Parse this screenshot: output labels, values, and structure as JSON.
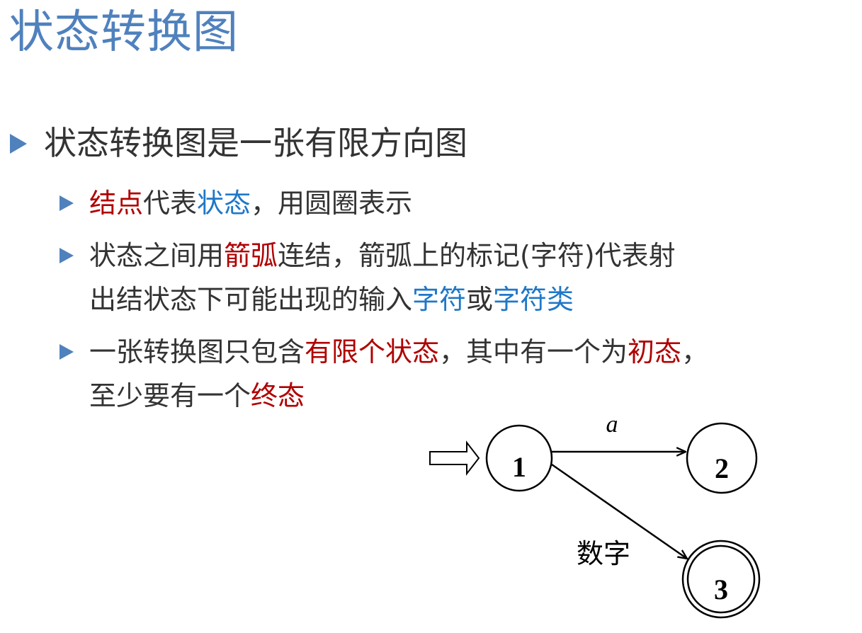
{
  "title": "状态转换图",
  "bullets": [
    {
      "level": 1,
      "segments": [
        {
          "text": "状态转换图是一张有限方向图",
          "color": "default"
        }
      ]
    },
    {
      "level": 2,
      "segments": [
        {
          "text": "结点",
          "color": "red"
        },
        {
          "text": "代表",
          "color": "default"
        },
        {
          "text": "状态",
          "color": "blue"
        },
        {
          "text": "，用圆圈表示",
          "color": "default"
        }
      ]
    },
    {
      "level": 2,
      "lines": [
        [
          {
            "text": "状态之间用",
            "color": "default"
          },
          {
            "text": "箭弧",
            "color": "red"
          },
          {
            "text": "连结，箭弧上的标记(字符)代表射",
            "color": "default"
          }
        ],
        [
          {
            "text": "出结状态下可能出现的输入",
            "color": "default"
          },
          {
            "text": "字符",
            "color": "blue"
          },
          {
            "text": "或",
            "color": "default"
          },
          {
            "text": "字符类",
            "color": "blue"
          }
        ]
      ]
    },
    {
      "level": 2,
      "lines": [
        [
          {
            "text": "一张转换图只包含",
            "color": "default"
          },
          {
            "text": "有限个状态",
            "color": "red"
          },
          {
            "text": "，其中有一个为",
            "color": "default"
          },
          {
            "text": "初态",
            "color": "red"
          },
          {
            "text": "，",
            "color": "default"
          }
        ],
        [
          {
            "text": "至少要有一个",
            "color": "default"
          },
          {
            "text": "终态",
            "color": "red"
          }
        ]
      ]
    }
  ],
  "diagram": {
    "states": [
      {
        "id": "1",
        "label": "1",
        "initial": true,
        "final": false
      },
      {
        "id": "2",
        "label": "2",
        "initial": false,
        "final": false
      },
      {
        "id": "3",
        "label": "3",
        "initial": false,
        "final": true
      }
    ],
    "edges": [
      {
        "from": "1",
        "to": "2",
        "label": "a"
      },
      {
        "from": "1",
        "to": "3",
        "label": "数字"
      }
    ]
  },
  "colors": {
    "accent": "#4f81bd",
    "red": "#b00000",
    "blue": "#1f78c8",
    "text": "#333333"
  }
}
